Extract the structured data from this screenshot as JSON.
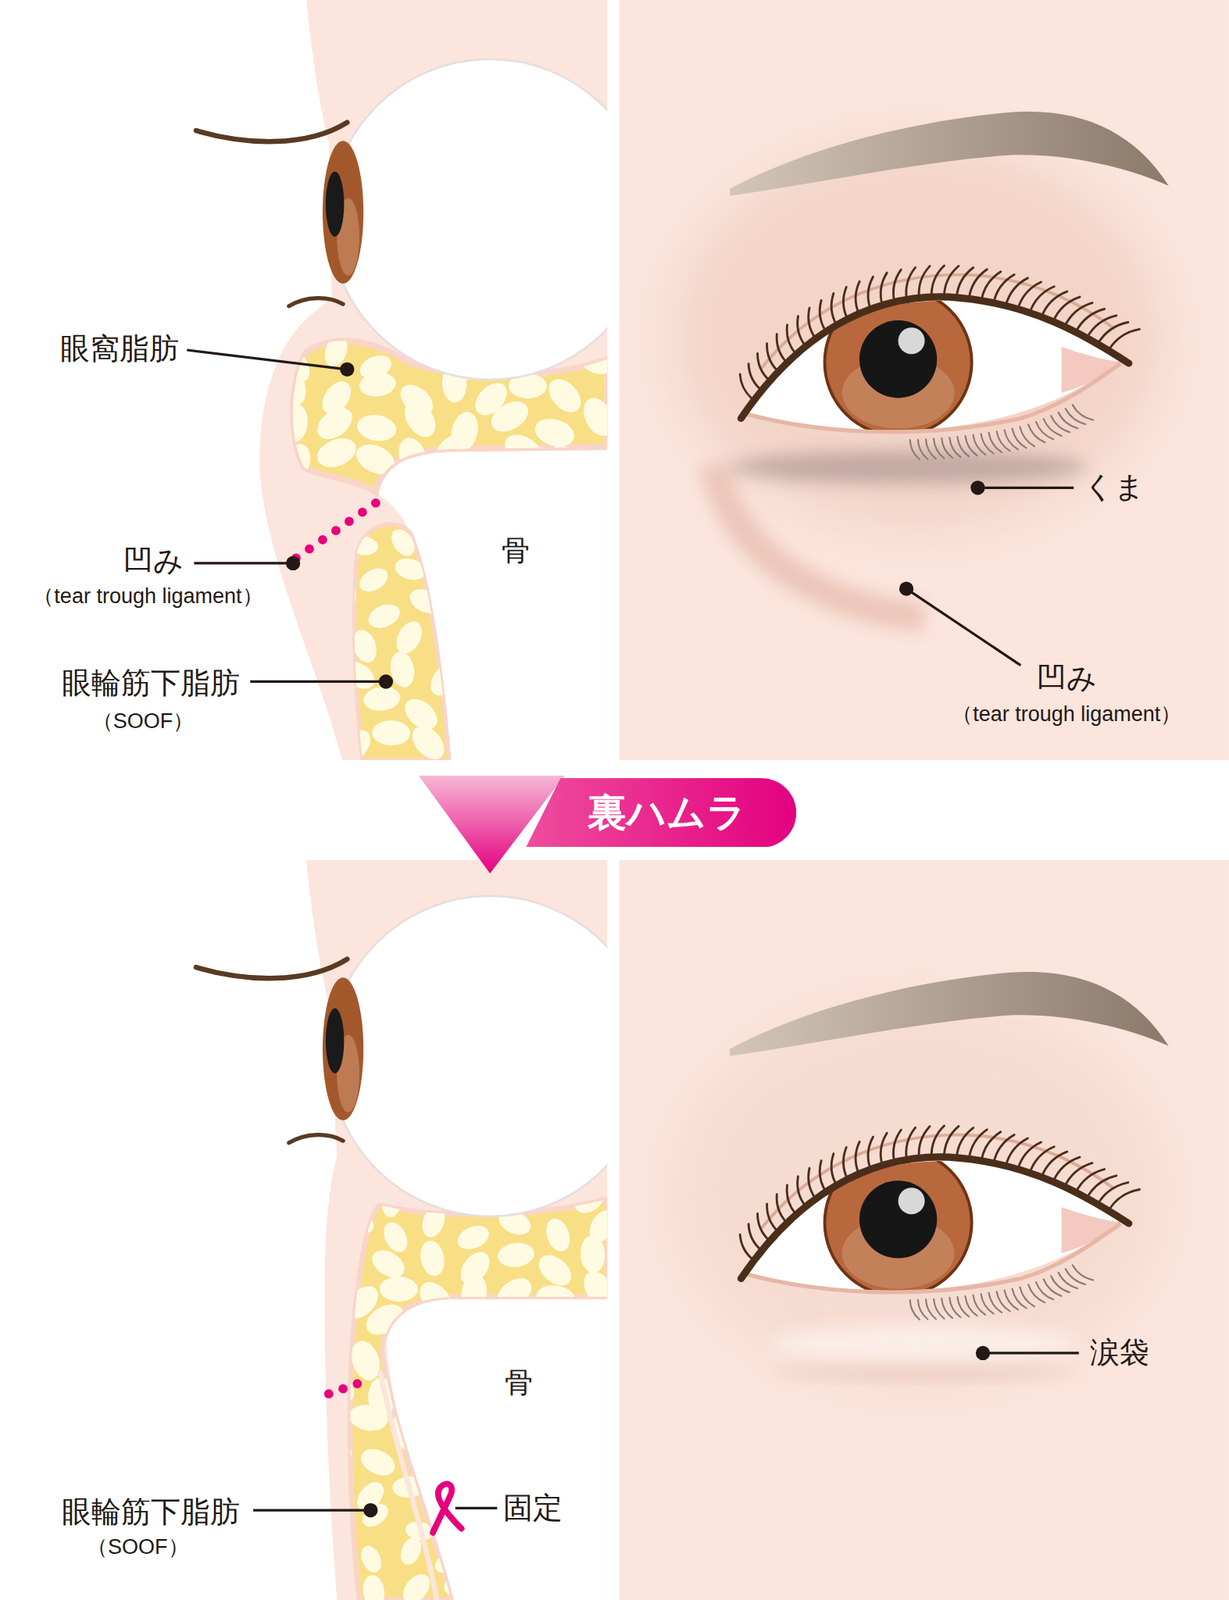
{
  "diagram": {
    "nodes": [
      {
        "text": [
          "裏ハムラ"
        ]
      }
    ],
    "labels": [
      "眼窩脂肪",
      "凹み",
      "（tear trough ligament）",
      "眼輪筋下脂肪",
      "（SOOF）",
      "骨",
      "くま",
      "凹み",
      "（tear trough ligament）",
      "骨",
      "眼輪筋下脂肪",
      "（SOOF）",
      "固定",
      "涙袋"
    ]
  }
}
